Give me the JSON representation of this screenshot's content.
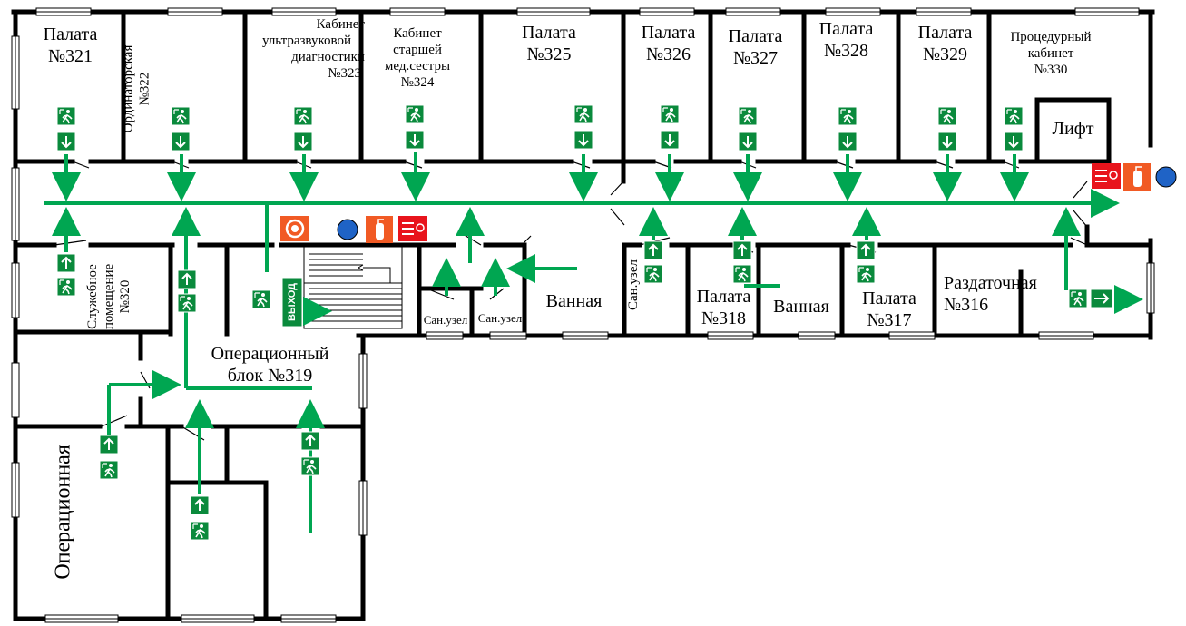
{
  "plan": {
    "rooms": [
      {
        "id": "p321",
        "lines": [
          "Палата",
          "№321"
        ]
      },
      {
        "id": "r322",
        "lines": [
          "Ординаторская",
          "№322"
        ]
      },
      {
        "id": "r323",
        "lines": [
          "Кабинет",
          "ультразвуковой",
          "диагностики",
          "№323"
        ]
      },
      {
        "id": "r324",
        "lines": [
          "Кабинет",
          "старшей",
          "мед.сестры",
          "№324"
        ]
      },
      {
        "id": "p325",
        "lines": [
          "Палата",
          "№325"
        ]
      },
      {
        "id": "p326",
        "lines": [
          "Палата",
          "№326"
        ]
      },
      {
        "id": "p327",
        "lines": [
          "Палата",
          "№327"
        ]
      },
      {
        "id": "p328",
        "lines": [
          "Палата",
          "№328"
        ]
      },
      {
        "id": "p329",
        "lines": [
          "Палата",
          "№329"
        ]
      },
      {
        "id": "r330",
        "lines": [
          "Процедурный",
          "кабинет",
          "№330"
        ]
      },
      {
        "id": "lift",
        "lines": [
          "Лифт"
        ]
      },
      {
        "id": "r320",
        "lines": [
          "Служебное",
          "помещение",
          "№320"
        ]
      },
      {
        "id": "r319",
        "lines": [
          "Операционный",
          "блок №319"
        ]
      },
      {
        "id": "op",
        "lines": [
          "Операционная"
        ]
      },
      {
        "id": "su1",
        "lines": [
          "Сан.узел"
        ]
      },
      {
        "id": "su2",
        "lines": [
          "Сан.узел"
        ]
      },
      {
        "id": "bath1",
        "lines": [
          "Ванная"
        ]
      },
      {
        "id": "su3",
        "lines": [
          "Сан.узел"
        ]
      },
      {
        "id": "p318",
        "lines": [
          "Палата",
          "№318"
        ]
      },
      {
        "id": "bath2",
        "lines": [
          "Ванная"
        ]
      },
      {
        "id": "p317",
        "lines": [
          "Палата",
          "№317"
        ]
      },
      {
        "id": "r316",
        "lines": [
          "Раздаточная",
          "№316"
        ]
      }
    ],
    "exit_sign": "ВЫХОД",
    "colors": {
      "wall": "#000000",
      "route": "#00a651",
      "sign": "#0a8a3c",
      "fire_red": "#e8141c",
      "extinguisher_orange": "#f15a24",
      "alarm_blue": "#1f63c6"
    },
    "icons": [
      "evacuation-exit-sign",
      "fire-hydrant-icon",
      "fire-extinguisher-icon",
      "fire-alarm-button-icon",
      "alarm-circle-icon",
      "staircase"
    ]
  }
}
